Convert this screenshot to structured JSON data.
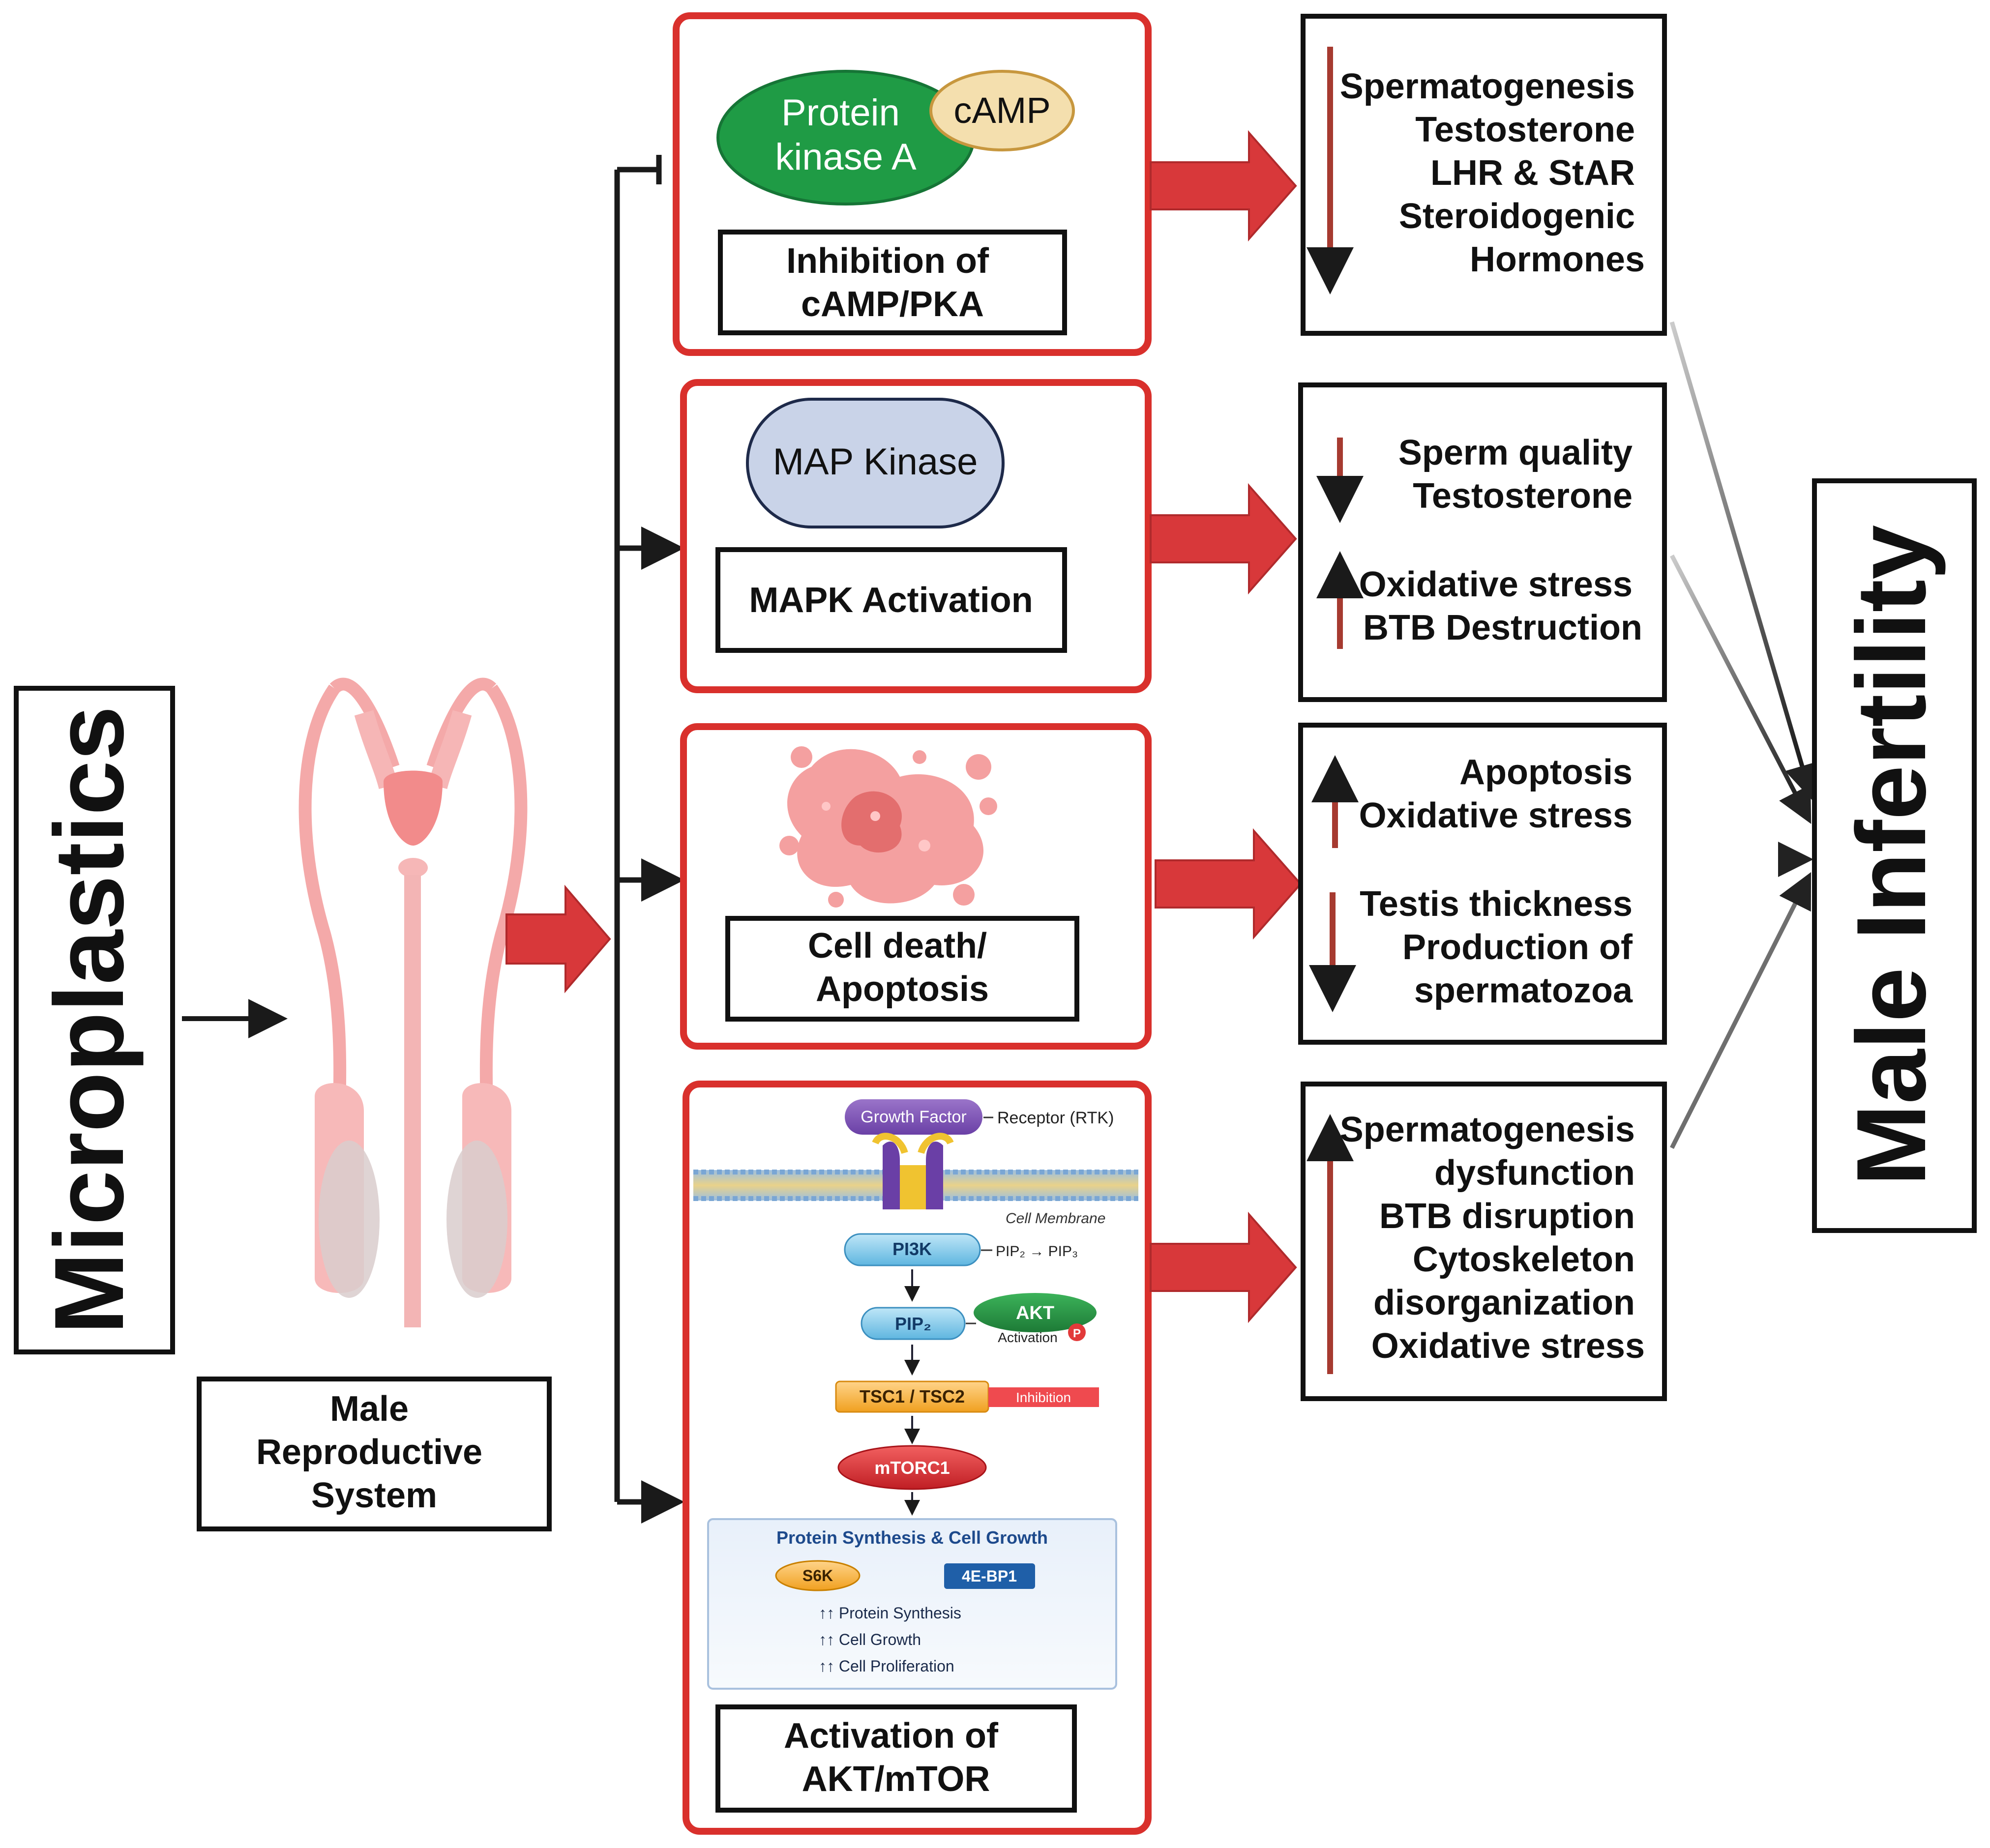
{
  "left_label": "Microplastics",
  "right_label": "Male Infertility",
  "reproductive_system_label": [
    "Male",
    "Reproductive",
    "System"
  ],
  "pathways": [
    {
      "icon_labels": [
        "Protein",
        "kinase A"
      ],
      "icon_badge": "cAMP",
      "label": [
        "Inhibition of",
        "cAMP/PKA"
      ],
      "effects": [
        {
          "direction": "down",
          "items": [
            "Spermatogenesis",
            "Testosterone",
            "LHR & StAR",
            "Steroidogenic",
            "Hormones"
          ]
        }
      ]
    },
    {
      "icon_labels": [
        "MAP Kinase"
      ],
      "label": [
        "MAPK Activation"
      ],
      "effects": [
        {
          "direction": "down",
          "items": [
            "Sperm quality",
            "Testosterone"
          ]
        },
        {
          "direction": "up",
          "items": [
            "Oxidative stress",
            "BTB Destruction"
          ]
        }
      ]
    },
    {
      "label": [
        "Cell death/",
        "Apoptosis"
      ],
      "effects": [
        {
          "direction": "up",
          "items": [
            "Apoptosis",
            "Oxidative stress"
          ]
        },
        {
          "direction": "down",
          "items": [
            "Testis thickness",
            "Production of",
            "spermatozoa"
          ]
        }
      ]
    },
    {
      "label": [
        "Activation of",
        "AKT/mTOR"
      ],
      "effects": [
        {
          "direction": "up",
          "items": [
            "Spermatogenesis",
            "dysfunction",
            "BTB disruption",
            "Cytoskeleton",
            "disorganization",
            "Oxidative stress"
          ]
        }
      ]
    }
  ],
  "akt_mtor_diagram": {
    "growth_factor": "Growth Factor",
    "receptor": "Receptor (RTK)",
    "cell_membrane": "Cell Membrane",
    "pi3k": "PI3K",
    "pip_conversion": "PIP₂ → PIP₃",
    "pip2": "PIP₂",
    "akt": "AKT",
    "akt_activation": "Activation",
    "phospho": "P",
    "tsc": "TSC1 / TSC2",
    "inhibition": "Inhibition",
    "mtorc1": "mTORC1",
    "outcome_title": "Protein Synthesis & Cell Growth",
    "s6k": "S6K",
    "bp1": "4E-BP1",
    "outcomes": [
      "↑↑ Protein Synthesis",
      "↑↑ Cell Growth",
      "↑↑ Cell Proliferation"
    ]
  },
  "colors": {
    "red_border": "#d9302c",
    "fat_arrow": "#d8383a",
    "effect_arrow": "#a63a30",
    "pka_green": "#1f9b45",
    "camp_fill": "#f4dfae",
    "mapk_fill": "#c9d3e8",
    "organ_pink": "#f2a7a7"
  }
}
